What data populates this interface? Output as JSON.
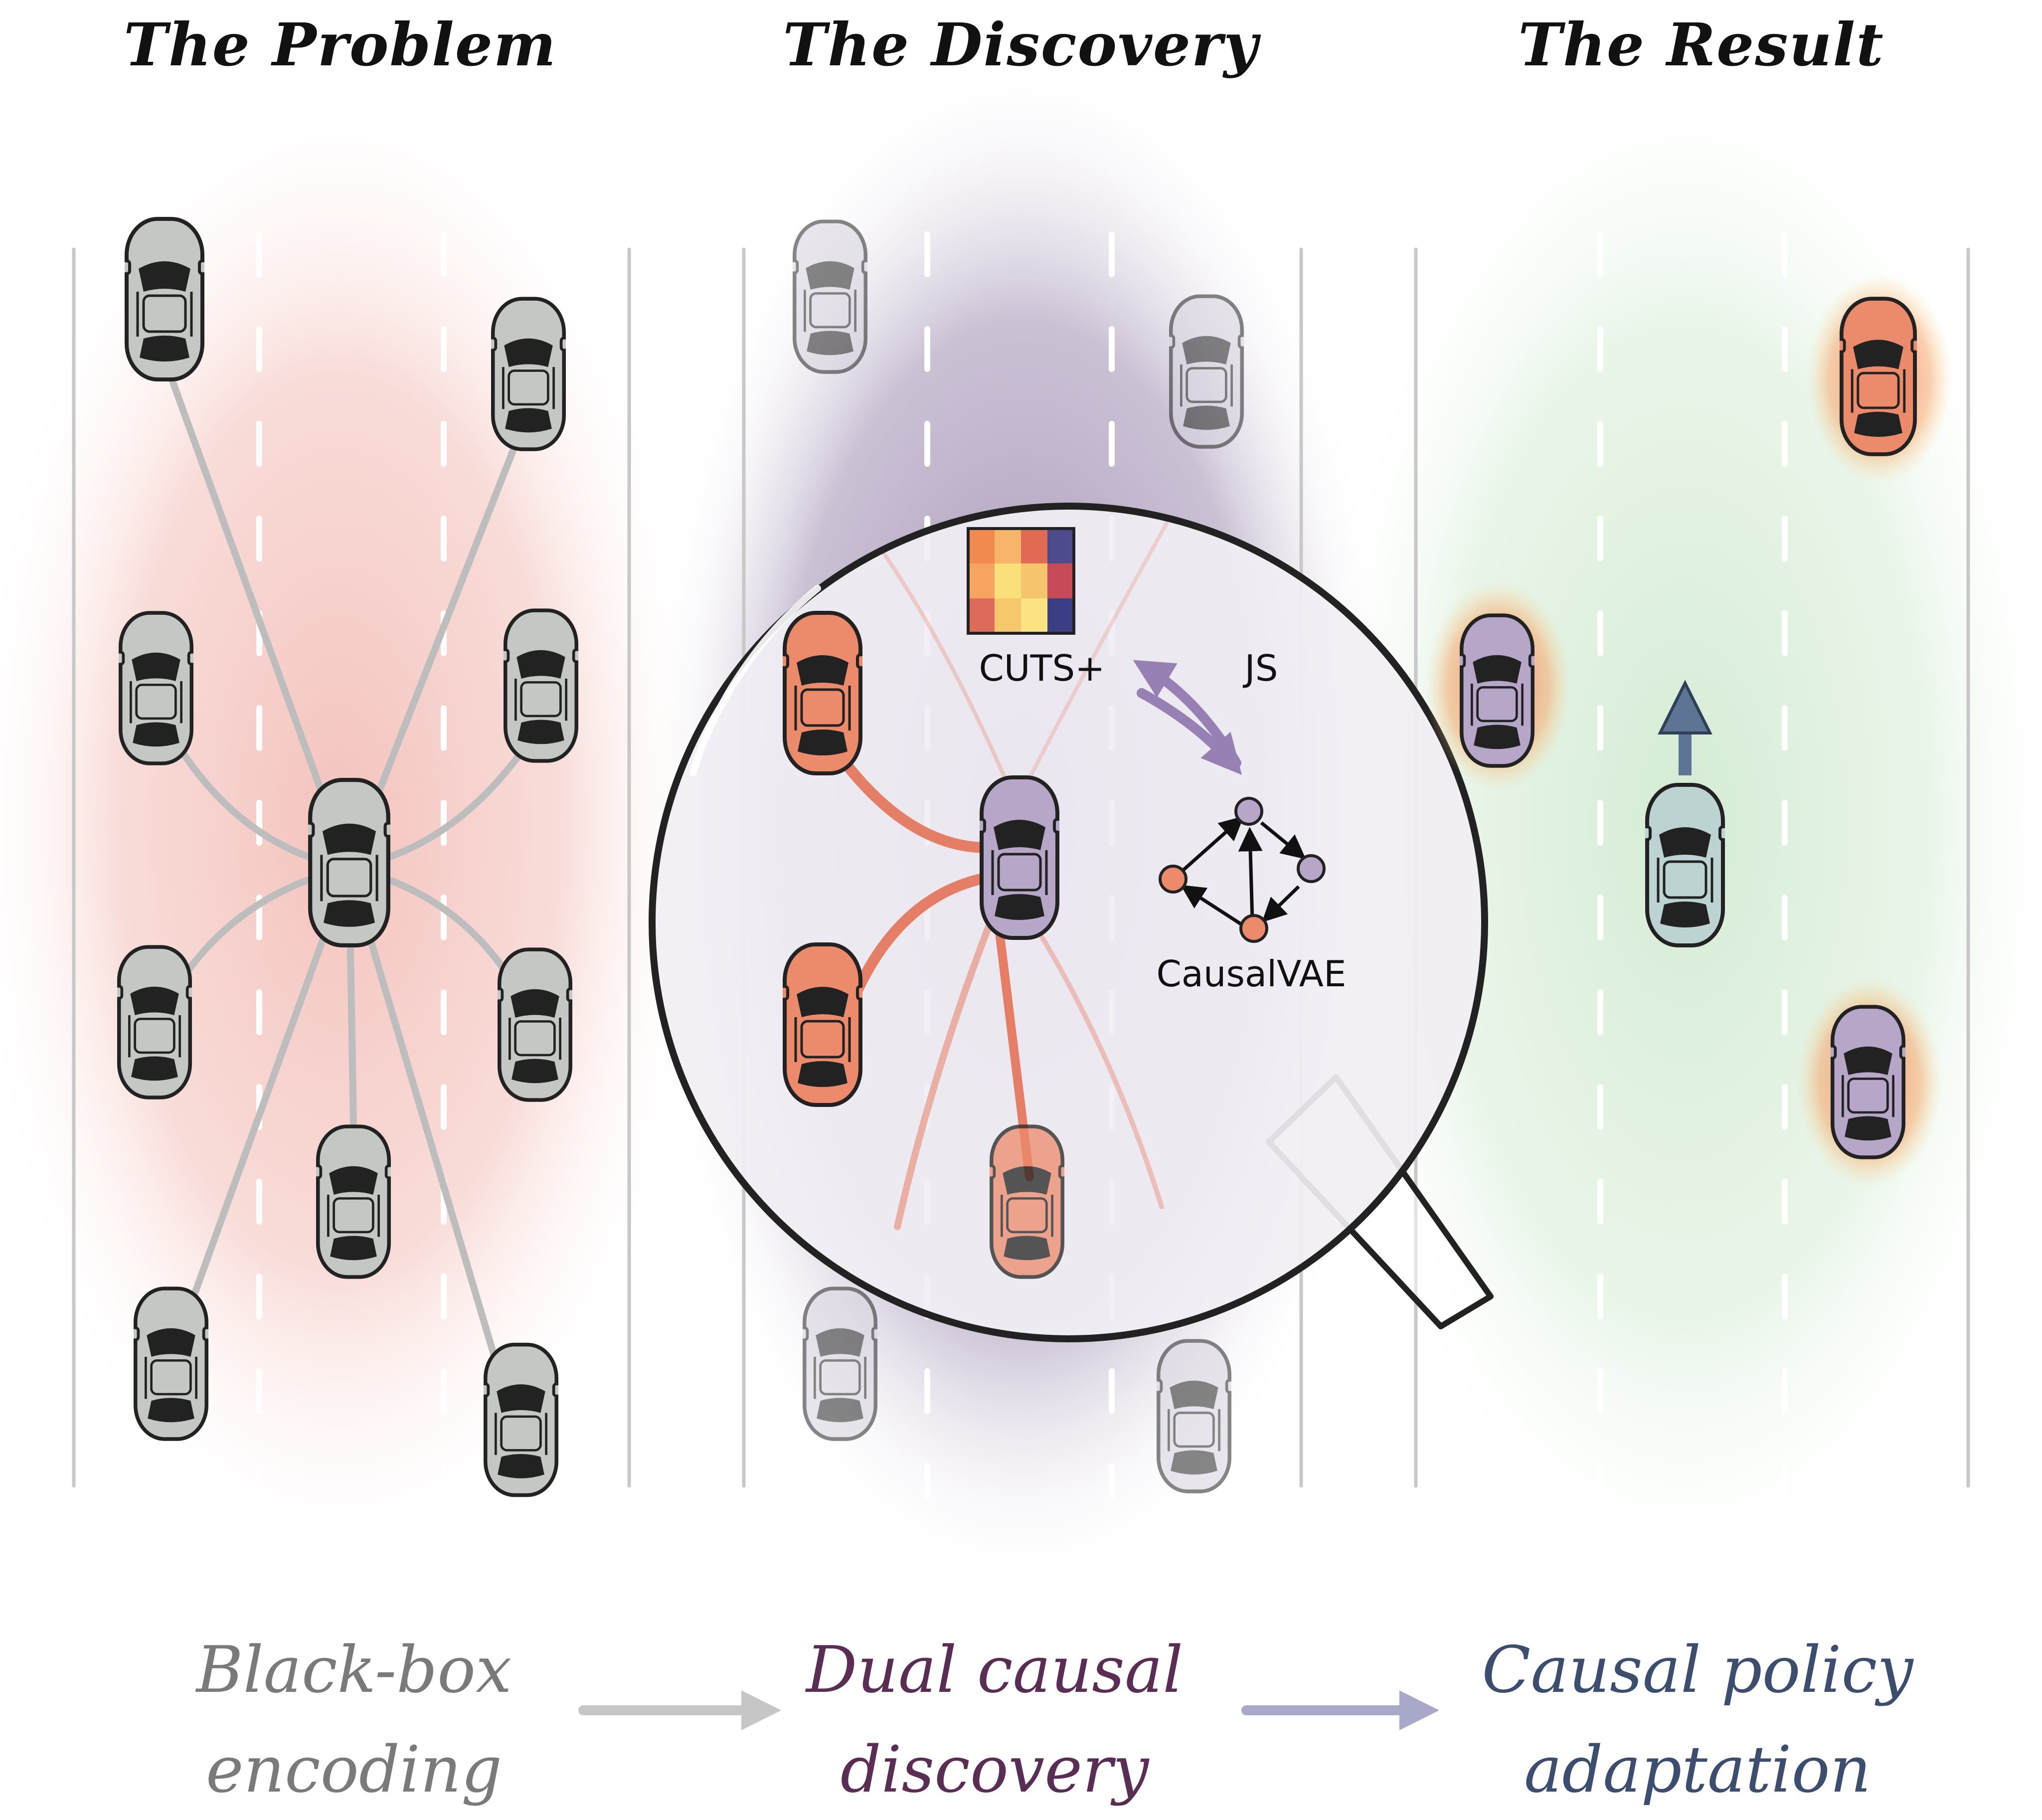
{
  "panels": [
    {
      "title": "The Problem",
      "caption_lines": [
        "Black-box",
        "encoding"
      ],
      "caption_color": "#7a7a7a"
    },
    {
      "title": "The Discovery",
      "caption_lines": [
        "Dual causal",
        "discovery"
      ],
      "caption_color": "#5a2d55"
    },
    {
      "title": "The Result",
      "caption_lines": [
        "Causal policy",
        "adaptation"
      ],
      "caption_color": "#3d4d6e"
    }
  ],
  "zoom_labels": {
    "heatmap": "CUTS+",
    "js": "JS",
    "graph": "CausalVAE"
  },
  "colors": {
    "problem_glow": "#f2b8b2",
    "discovery_glow": "#9b86ad",
    "result_glow": "#cfe9cf",
    "car_gray": "#c4c7c4",
    "car_red": "#ec8a6c",
    "car_purple": "#b6a7c8",
    "car_teal": "#bcd3d1",
    "edge_gray": "#bdbdbd",
    "edge_red": "#e57e66",
    "arrow_purple": "#9780b4",
    "arrow_blue": "#5d7495",
    "flow_gray": "#c6c6c6",
    "flow_purple": "#a8a8c8"
  },
  "heatmap_cells": [
    [
      "#f08a4f",
      "#f6b56b",
      "#e06a54",
      "#4d4a8e"
    ],
    [
      "#f6a460",
      "#f9e07a",
      "#f7c46e",
      "#c64a58"
    ],
    [
      "#de6a5a",
      "#f5c86e",
      "#fbe384",
      "#3c3e85"
    ]
  ]
}
